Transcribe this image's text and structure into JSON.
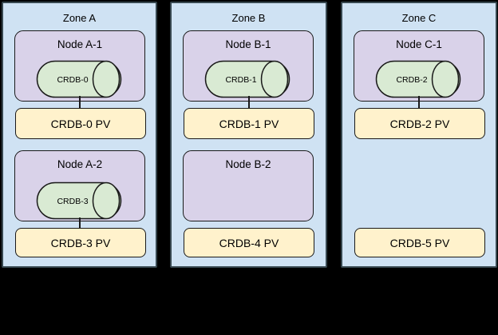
{
  "diagram": {
    "description_colors": {
      "background": "#000000",
      "zone_fill": "#cfe2f3",
      "zone_border": "#37474f",
      "node_fill": "#d9d2e9",
      "pod_cylinder_fill": "#d9ead3",
      "pv_fill": "#fff2cc",
      "shape_border": "#1a1a1a",
      "text": "#000000"
    },
    "zones": [
      {
        "title": "Zone A",
        "nodes": [
          {
            "label": "Node A-1",
            "pod": "CRDB-0"
          },
          {
            "label": "Node A-2",
            "pod": "CRDB-3"
          }
        ],
        "pvs": [
          "CRDB-0 PV",
          "CRDB-3 PV"
        ]
      },
      {
        "title": "Zone B",
        "nodes": [
          {
            "label": "Node B-1",
            "pod": "CRDB-1"
          },
          {
            "label": "Node B-2",
            "pod": ""
          }
        ],
        "pvs": [
          "CRDB-1 PV",
          "CRDB-4 PV"
        ]
      },
      {
        "title": "Zone C",
        "nodes": [
          {
            "label": "Node C-1",
            "pod": "CRDB-2"
          }
        ],
        "pvs": [
          "CRDB-2 PV",
          "CRDB-5 PV"
        ]
      }
    ]
  }
}
